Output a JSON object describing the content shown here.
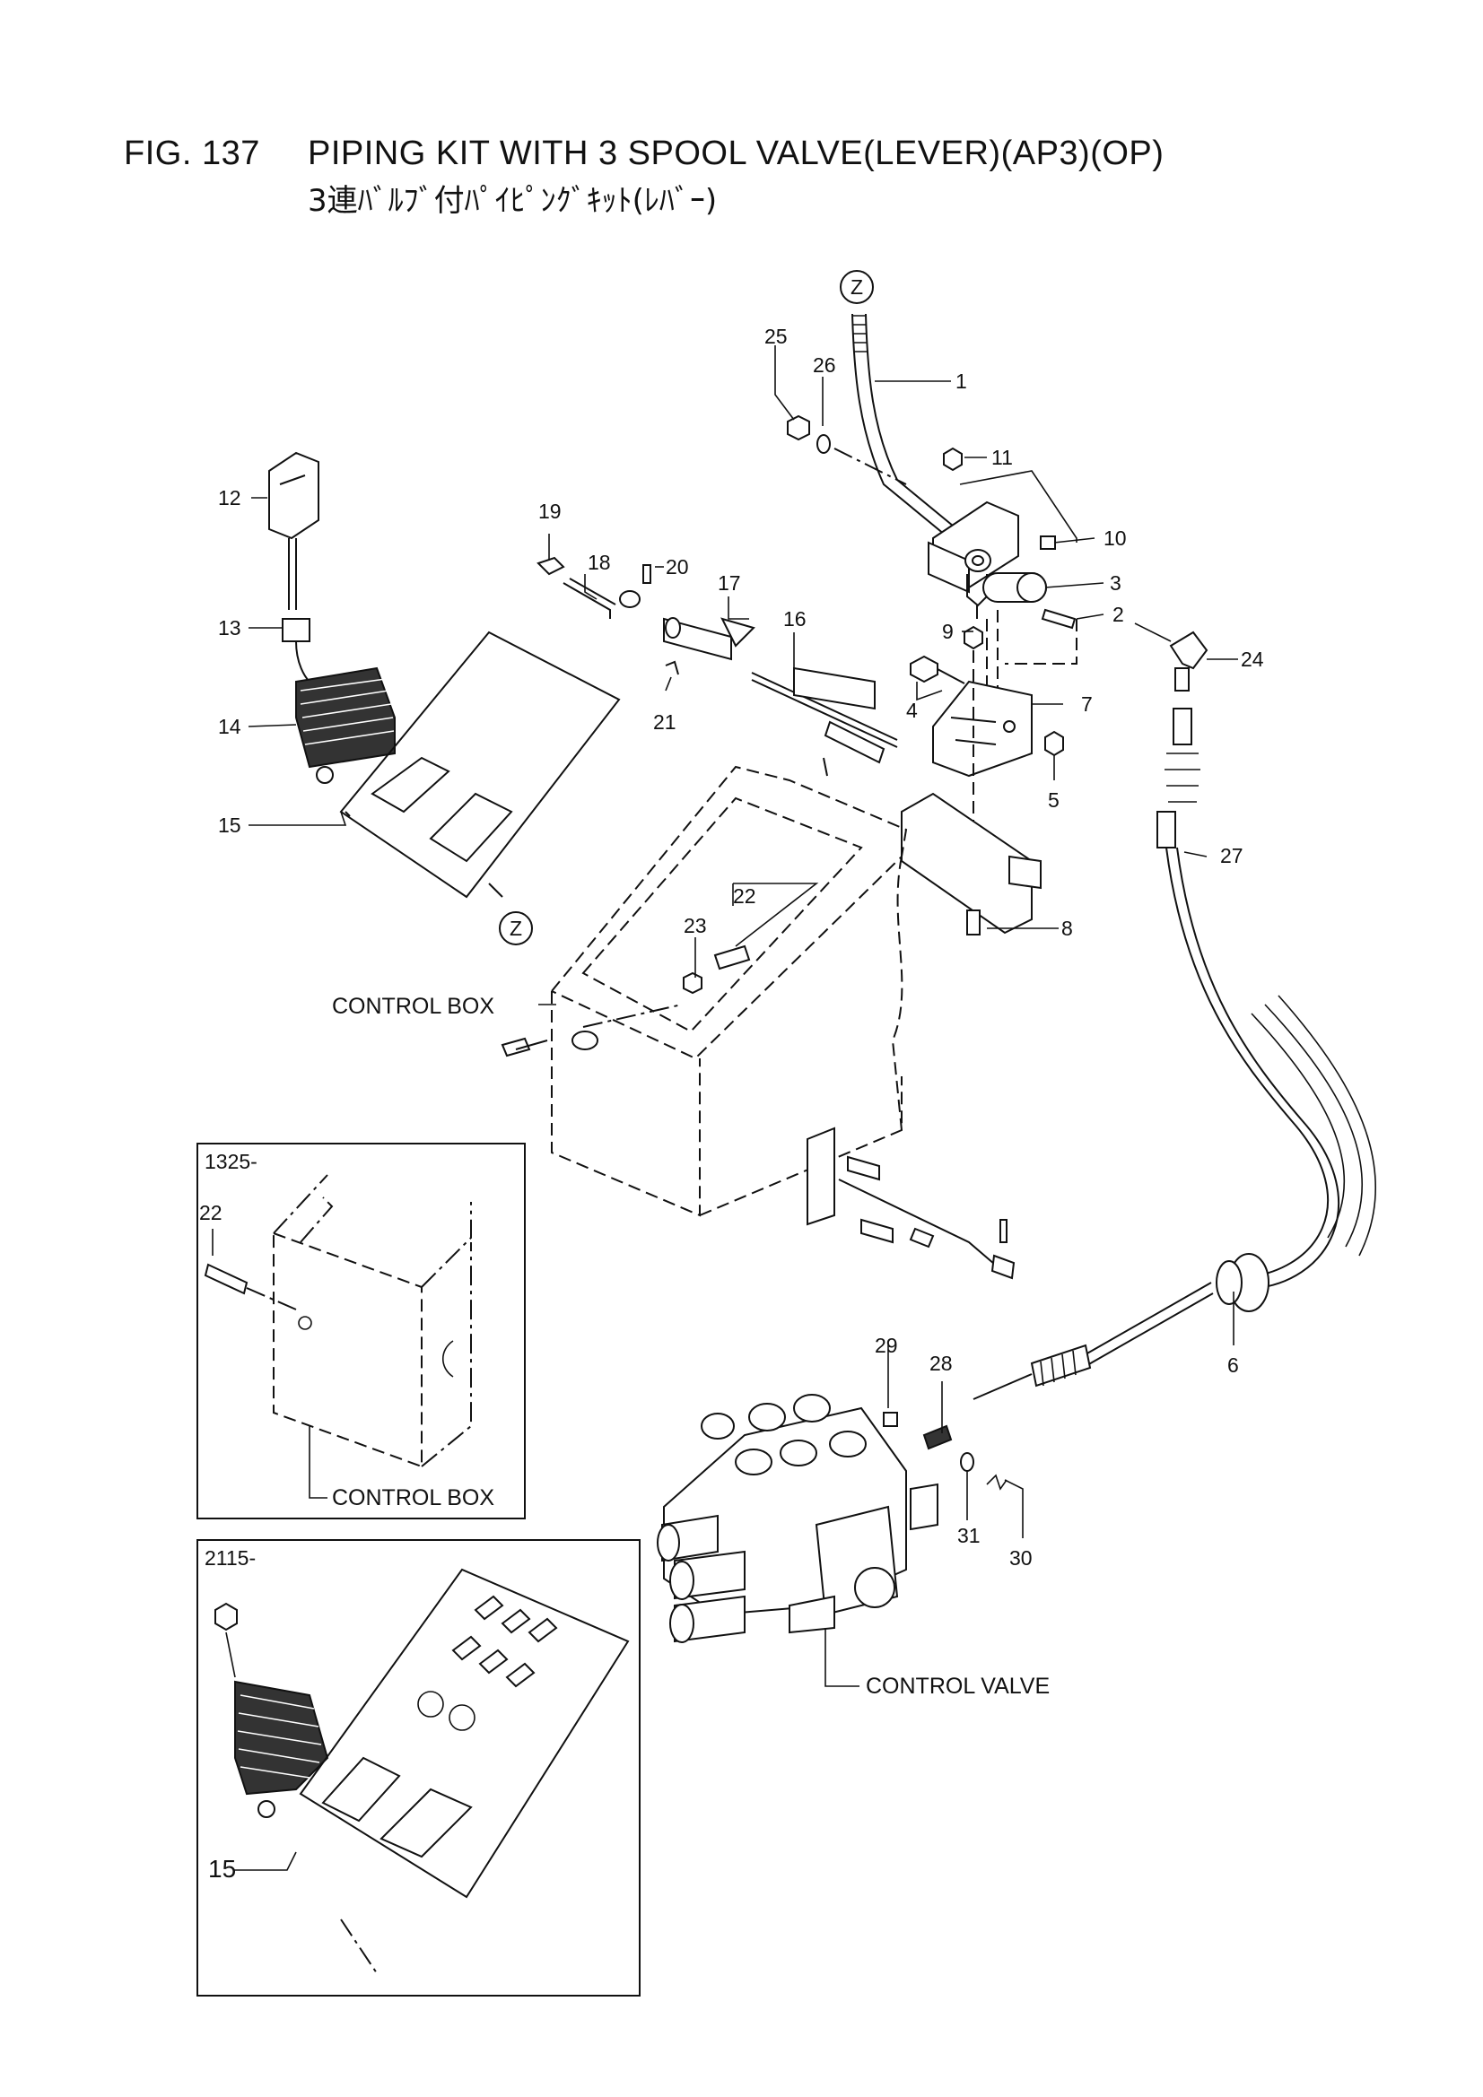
{
  "figure": {
    "number": "FIG. 137",
    "title_en": "PIPING KIT WITH 3 SPOOL VALVE(LEVER)(AP3)(OP)",
    "title_jp": "3連ﾊﾞﾙﾌﾞ付ﾊﾟｲﾋﾟﾝｸﾞｷｯﾄ(ﾚﾊﾞｰ)"
  },
  "callouts": {
    "p1": "1",
    "p2": "2",
    "p3": "3",
    "p4": "4",
    "p5": "5",
    "p6": "6",
    "p7": "7",
    "p8": "8",
    "p9": "9",
    "p10": "10",
    "p11": "11",
    "p12": "12",
    "p13": "13",
    "p14": "14",
    "p15": "15",
    "p16": "16",
    "p17": "17",
    "p18": "18",
    "p19": "19",
    "p20": "20",
    "p21": "21",
    "p22": "22",
    "p23": "23",
    "p24": "24",
    "p25": "25",
    "p26": "26",
    "p27": "27",
    "p28": "28",
    "p29": "29",
    "p30": "30",
    "p31": "31"
  },
  "ref_marks": {
    "z": "Z"
  },
  "assembly_labels": {
    "control_box": "CONTROL BOX",
    "control_valve": "CONTROL VALVE"
  },
  "inset_1325": {
    "serial": "1325-",
    "part": "22",
    "label": "CONTROL BOX"
  },
  "inset_2115": {
    "serial": "2115-",
    "part": "15"
  }
}
